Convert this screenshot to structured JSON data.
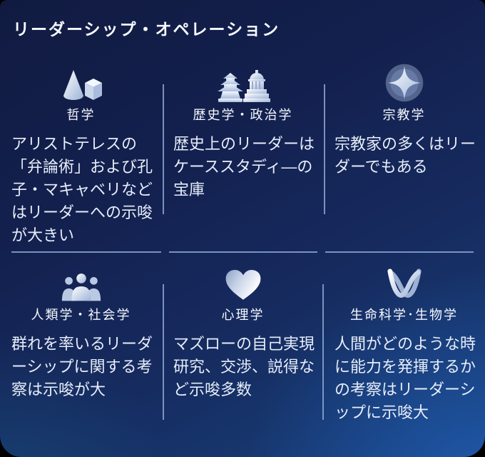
{
  "page": {
    "title": "リーダーシップ・オペレーション"
  },
  "cards": [
    {
      "id": "philosophy",
      "icon": "geometric-solids",
      "label": "哲学",
      "body": "アリストテレスの「弁論術」および孔子・マキャベリなどはリーダーへの示唆が大きい"
    },
    {
      "id": "history-politics",
      "icon": "castle-parliament",
      "label": "歴史学・政治学",
      "body": "歴史上のリーダーはケーススタディ―の宝庫"
    },
    {
      "id": "religion",
      "icon": "four-pointed-star",
      "label": "宗教学",
      "body": "宗教家の多くはリーダーでもある"
    },
    {
      "id": "anthropology-sociology",
      "icon": "people-group",
      "label": "人類学・社会学",
      "body": "群れを率いるリーダーシップに関する考察は示唆が大"
    },
    {
      "id": "psychology",
      "icon": "heart",
      "label": "心理学",
      "body": "マズローの自己実現研究、交渉、説得など示唆多数"
    },
    {
      "id": "life-science-biology",
      "icon": "dna-double-helix",
      "label": "生命科学･生物学",
      "body": "人間がどのような時に能力を発揮するかの考察はリーダーシップに示唆大"
    }
  ],
  "colors": {
    "heading_text": "#f6f9fe",
    "body_text": "#e7edf9",
    "divider": "rgba(148,174,216,0.8)",
    "bg_top_left": "#111b41",
    "bg_bottom_right": "#1a4d9e"
  }
}
